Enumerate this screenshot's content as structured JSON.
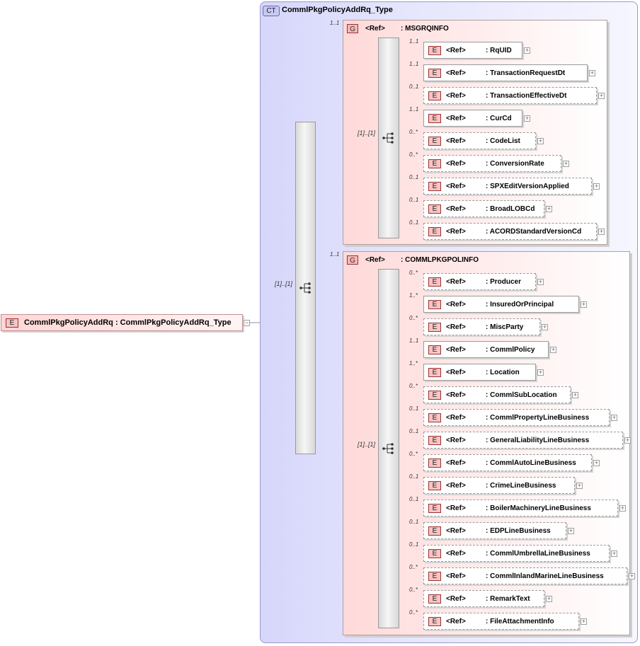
{
  "complex_type": {
    "badge": "CT",
    "title": "CommlPkgPolicyAddRq_Type"
  },
  "root_element": {
    "badge": "E",
    "name": "CommlPkgPolicyAddRq : CommlPkgPolicyAddRq_Type"
  },
  "outer_sequence": {
    "cardinality": "[1]..[1]"
  },
  "groups": [
    {
      "badge": "G",
      "ref": "<Ref>",
      "name": ": MSGRQINFO",
      "cardinality": "1..1",
      "sequence_cardinality": "[1]..[1]",
      "elements": [
        {
          "badge": "E",
          "ref": "<Ref>",
          "name": ": RqUID",
          "cardinality": "1..1",
          "optional": false
        },
        {
          "badge": "E",
          "ref": "<Ref>",
          "name": ": TransactionRequestDt",
          "cardinality": "1..1",
          "optional": false
        },
        {
          "badge": "E",
          "ref": "<Ref>",
          "name": ": TransactionEffectiveDt",
          "cardinality": "0..1",
          "optional": true
        },
        {
          "badge": "E",
          "ref": "<Ref>",
          "name": ": CurCd",
          "cardinality": "1..1",
          "optional": false
        },
        {
          "badge": "E",
          "ref": "<Ref>",
          "name": ": CodeList",
          "cardinality": "0..*",
          "optional": true
        },
        {
          "badge": "E",
          "ref": "<Ref>",
          "name": ": ConversionRate",
          "cardinality": "0..*",
          "optional": true
        },
        {
          "badge": "E",
          "ref": "<Ref>",
          "name": ": SPXEditVersionApplied",
          "cardinality": "0..1",
          "optional": true
        },
        {
          "badge": "E",
          "ref": "<Ref>",
          "name": ": BroadLOBCd",
          "cardinality": "0..1",
          "optional": true
        },
        {
          "badge": "E",
          "ref": "<Ref>",
          "name": ": ACORDStandardVersionCd",
          "cardinality": "0..1",
          "optional": true
        }
      ]
    },
    {
      "badge": "G",
      "ref": "<Ref>",
      "name": ": COMMLPKGPOLINFO",
      "cardinality": "1..1",
      "sequence_cardinality": "[1]..[1]",
      "elements": [
        {
          "badge": "E",
          "ref": "<Ref>",
          "name": ": Producer",
          "cardinality": "0..*",
          "optional": true
        },
        {
          "badge": "E",
          "ref": "<Ref>",
          "name": ": InsuredOrPrincipal",
          "cardinality": "1..*",
          "optional": false
        },
        {
          "badge": "E",
          "ref": "<Ref>",
          "name": ": MiscParty",
          "cardinality": "0..*",
          "optional": true
        },
        {
          "badge": "E",
          "ref": "<Ref>",
          "name": ": CommlPolicy",
          "cardinality": "1..1",
          "optional": false
        },
        {
          "badge": "E",
          "ref": "<Ref>",
          "name": ": Location",
          "cardinality": "1..*",
          "optional": false
        },
        {
          "badge": "E",
          "ref": "<Ref>",
          "name": ": CommlSubLocation",
          "cardinality": "0..*",
          "optional": true
        },
        {
          "badge": "E",
          "ref": "<Ref>",
          "name": ": CommlPropertyLineBusiness",
          "cardinality": "0..1",
          "optional": true
        },
        {
          "badge": "E",
          "ref": "<Ref>",
          "name": ": GeneralLiabilityLineBusiness",
          "cardinality": "0..1",
          "optional": true
        },
        {
          "badge": "E",
          "ref": "<Ref>",
          "name": ": CommlAutoLineBusiness",
          "cardinality": "0..*",
          "optional": true
        },
        {
          "badge": "E",
          "ref": "<Ref>",
          "name": ": CrimeLineBusiness",
          "cardinality": "0..1",
          "optional": true
        },
        {
          "badge": "E",
          "ref": "<Ref>",
          "name": ": BoilerMachineryLineBusiness",
          "cardinality": "0..1",
          "optional": true
        },
        {
          "badge": "E",
          "ref": "<Ref>",
          "name": ": EDPLineBusiness",
          "cardinality": "0..1",
          "optional": true
        },
        {
          "badge": "E",
          "ref": "<Ref>",
          "name": ": CommlUmbrellaLineBusiness",
          "cardinality": "0..1",
          "optional": true
        },
        {
          "badge": "E",
          "ref": "<Ref>",
          "name": ": CommlInlandMarineLineBusiness",
          "cardinality": "0..*",
          "optional": true
        },
        {
          "badge": "E",
          "ref": "<Ref>",
          "name": ": RemarkText",
          "cardinality": "0..*",
          "optional": true
        },
        {
          "badge": "E",
          "ref": "<Ref>",
          "name": ": FileAttachmentInfo",
          "cardinality": "0..*",
          "optional": true
        }
      ]
    }
  ]
}
